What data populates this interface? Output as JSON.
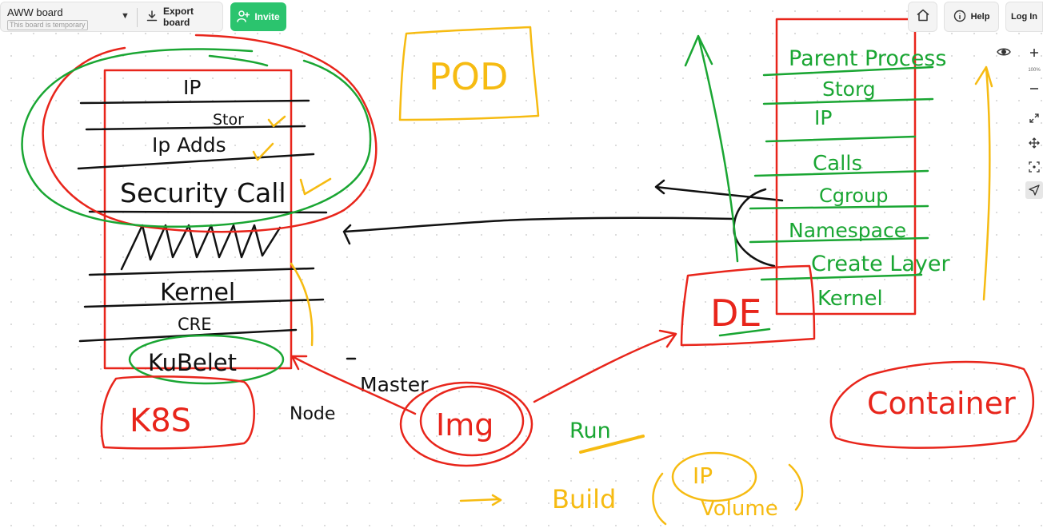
{
  "header": {
    "board_name": "AWW board",
    "board_subtitle": "This board is temporary",
    "export_label": "Export board",
    "invite_label": "Invite",
    "help_label": "Help",
    "login_label": "Log In"
  },
  "zoom": {
    "level": "100%"
  },
  "colors": {
    "accent": "#2bc46e",
    "ink_red": "#e8251b",
    "ink_green": "#1aa633",
    "ink_yellow": "#f6bb12",
    "ink_black": "#111111"
  },
  "icons": {
    "export": "download-icon",
    "invite": "add-user-icon",
    "home": "home-icon",
    "help": "info-icon",
    "eye": "eye-icon",
    "zoom_in": "plus-icon",
    "zoom_out": "minus-icon",
    "fullscreen": "expand-icon",
    "pan": "move-icon",
    "fit": "fit-screen-icon",
    "pointer": "pointer-icon"
  },
  "sketch": {
    "pod": "POD",
    "left_stack": [
      "IP",
      "Stor",
      "Ip Adds",
      "Security Call",
      "Kernel",
      "CRE",
      "KuBelet"
    ],
    "k8s": "K8S",
    "node": "Node",
    "master": "Master",
    "img": "Img",
    "run": "Run",
    "build": "Build",
    "ip_small": "IP",
    "volume": "Volume",
    "de": "DE",
    "right_stack": [
      "Parent Process",
      "Storg",
      "IP",
      "Calls",
      "Cgroup",
      "Namespace",
      "Create Layer",
      "Kernel"
    ],
    "container": "Container"
  }
}
